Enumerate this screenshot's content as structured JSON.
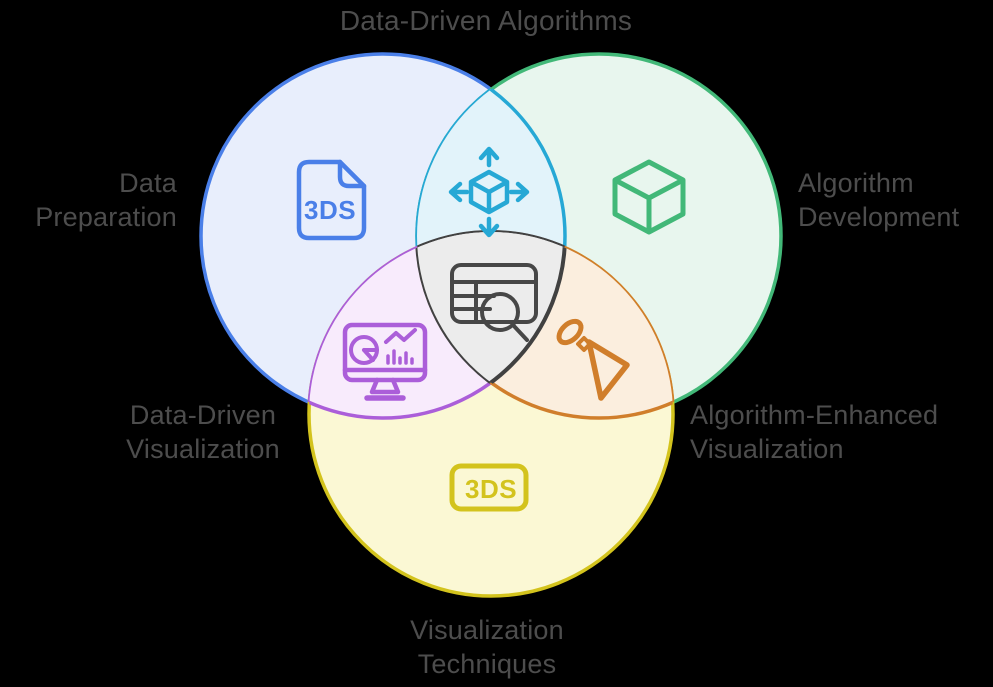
{
  "diagram": {
    "sets": {
      "data_preparation": {
        "line1": "Data",
        "line2": "Preparation",
        "icon": "3ds-file-icon",
        "icon_text": "3DS"
      },
      "algorithm_development": {
        "line1": "Algorithm",
        "line2": "Development",
        "icon": "3d-cube-icon"
      },
      "visualization_techniques": {
        "line1": "Visualization",
        "line2": "Techniques",
        "icon": "3ds-badge-icon",
        "icon_text": "3DS"
      }
    },
    "intersections": {
      "data_driven_algorithms": {
        "label": "Data-Driven Algorithms",
        "icon": "move-3d-cube-icon"
      },
      "data_driven_visualization": {
        "line1": "Data-Driven",
        "line2": "Visualization",
        "icon": "analytics-monitor-icon"
      },
      "algorithm_enhanced_visualization": {
        "line1": "Algorithm-Enhanced",
        "line2": "Visualization",
        "icon": "brush-icon"
      },
      "center": {
        "icon": "table-search-icon"
      }
    }
  },
  "colors": {
    "background": "#000000",
    "label_color": "#4d4d4d",
    "icon_dark": "#474747",
    "blue_stroke": "#4a7fe8",
    "blue_fill": "#e8eefc",
    "green_stroke": "#42b878",
    "green_fill": "#e8f6ee",
    "yellow_stroke": "#d3c31d",
    "yellow_fill": "#fbf8d4",
    "cyan_stroke": "#26a8d5",
    "cyan_fill": "#e2f3fa",
    "purple_stroke": "#ab5ed9",
    "purple_fill": "#f8ebfc",
    "orange_stroke": "#d07e2b",
    "orange_fill": "#fbeede",
    "center_stroke": "#414141",
    "center_fill": "#ececec"
  }
}
